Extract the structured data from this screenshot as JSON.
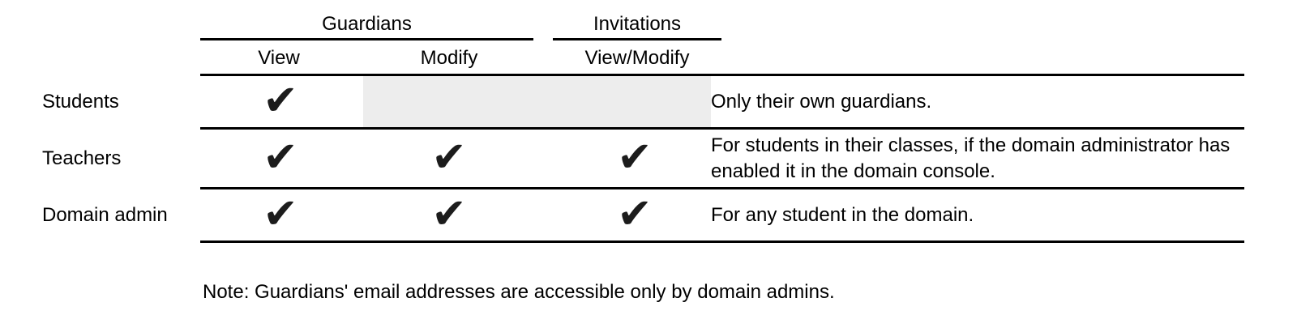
{
  "colors": {
    "background": "#ffffff",
    "text": "#000000",
    "rule": "#000000",
    "check": "#1c1c1c",
    "disabled_cell": "#ededed"
  },
  "table": {
    "check_glyph": "✔",
    "column_groups": [
      {
        "label": "Guardians",
        "columns": [
          "View",
          "Modify"
        ]
      },
      {
        "label": "Invitations",
        "columns": [
          "View/Modify"
        ]
      }
    ],
    "column_headers": {
      "view": "View",
      "modify": "Modify",
      "view_modify": "View/Modify"
    },
    "rows": [
      {
        "role": "Students",
        "view": true,
        "modify": false,
        "view_modify": false,
        "note": "Only their own guardians."
      },
      {
        "role": "Teachers",
        "view": true,
        "modify": true,
        "view_modify": true,
        "note": "For students in their classes, if the domain administrator has enabled it in the domain console."
      },
      {
        "role": "Domain admin",
        "view": true,
        "modify": true,
        "view_modify": true,
        "note": "For any student in the domain."
      }
    ]
  },
  "footnote": "Note: Guardians' email addresses are accessible only by domain admins."
}
